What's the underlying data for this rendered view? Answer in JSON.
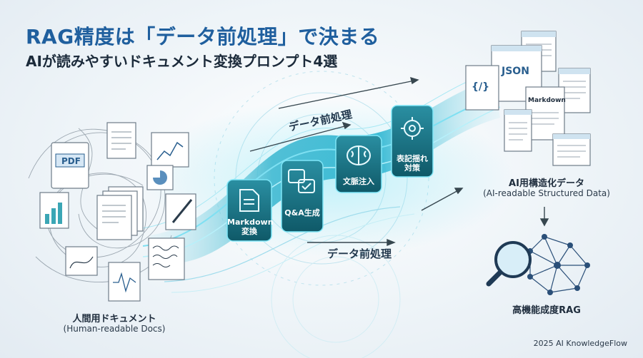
{
  "title": {
    "main": "RAG精度は「データ前処理」で決まる",
    "sub": "AIが読みやすいドキュメント変換プロンプト4選"
  },
  "left": {
    "label_ja": "人間用ドキュメント",
    "label_en": "(Human-readable Docs)",
    "pdf_label": "PDF"
  },
  "flow": {
    "upper_label": "データ前処理",
    "lower_label": "データ前処理",
    "steps": [
      {
        "icon": "document-icon",
        "line1": "Markdown",
        "line2": "変換"
      },
      {
        "icon": "qa-chat-icon",
        "line1": "Q&A生成",
        "line2": ""
      },
      {
        "icon": "brain-icon",
        "line1": "文脈注入",
        "line2": ""
      },
      {
        "icon": "gear-icon",
        "line1": "表記揺れ",
        "line2": "対策"
      }
    ]
  },
  "right": {
    "json_label": "JSON",
    "code_label": "{/}",
    "markdown_label": "Markdown",
    "label_ja": "AI用構造化データ",
    "label_en": "(AI-readable Structured Data)",
    "rag_label": "高機能成度RAG"
  },
  "credit": "2025 AI KnowledgeFlow",
  "colors": {
    "title_blue": "#1f5f9e",
    "accent_cyan": "#3cc9e0",
    "step_teal": "#16707f"
  }
}
